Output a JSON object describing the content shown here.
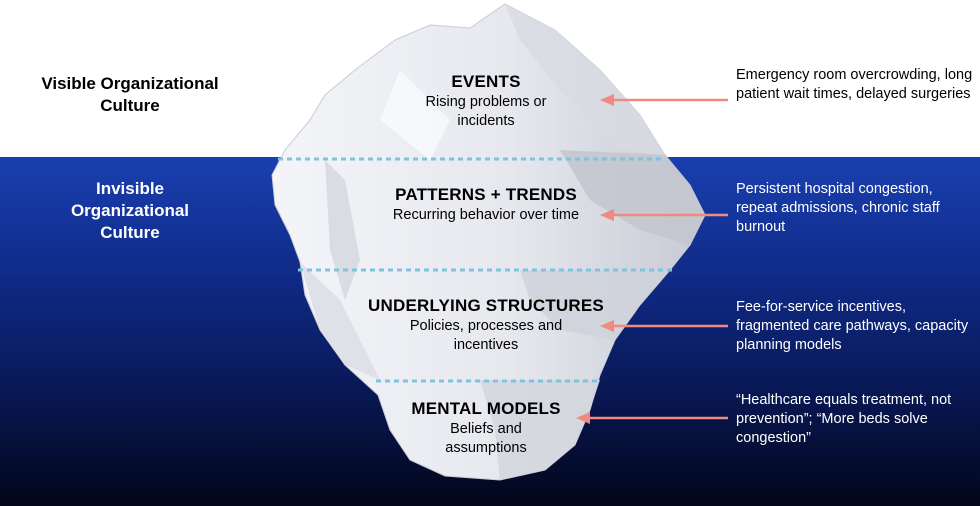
{
  "labels": {
    "visible": "Visible Organizational Culture",
    "invisible": "Invisible Organizational Culture"
  },
  "layers": [
    {
      "title": "EVENTS",
      "desc": "Rising problems or incidents",
      "example": "Emergency room overcrowding, long patient wait times, delayed surgeries"
    },
    {
      "title": "PATTERNS + TRENDS",
      "desc": "Recurring behavior over time",
      "example": "Persistent hospital congestion, repeat admissions, chronic staff burnout"
    },
    {
      "title": "UNDERLYING STRUCTURES",
      "desc": "Policies, processes and incentives",
      "example": "Fee-for-service incentives, fragmented care pathways, capacity planning models"
    },
    {
      "title": "MENTAL MODELS",
      "desc": "Beliefs and assumptions",
      "example": "“Healthcare equals treatment, not prevention”; “More beds solve congestion”"
    }
  ],
  "colors": {
    "water_top": "#1a3fb0",
    "water_bottom": "#020618",
    "arrow": "#f08a7e",
    "divider": "#7fc3e0",
    "ice": "#eceef3"
  }
}
